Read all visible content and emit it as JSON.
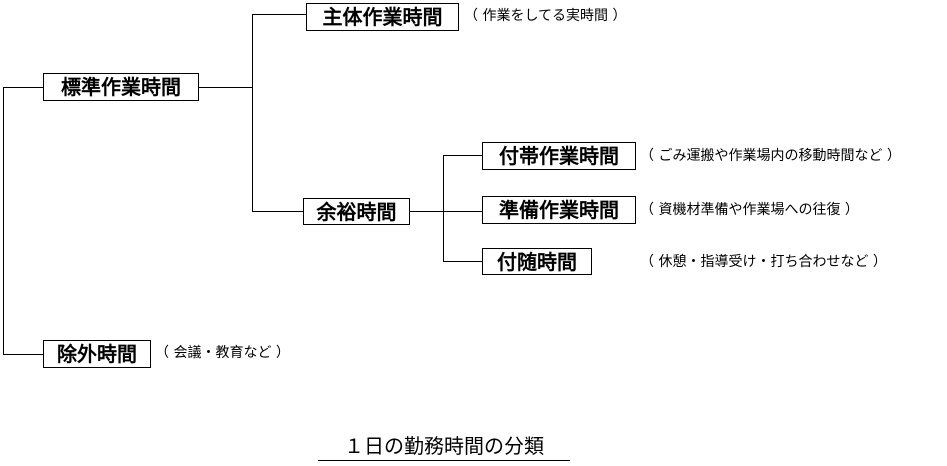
{
  "nodes": {
    "standard": {
      "label": "標準作業時間"
    },
    "main": {
      "label": "主体作業時間",
      "note": "（ 作業をしてる実時間 ）"
    },
    "allowance": {
      "label": "余裕時間"
    },
    "incidental": {
      "label": "付帯作業時間",
      "note": "（ ごみ運搬や作業場内の移動時間など ）"
    },
    "preparation": {
      "label": "準備作業時間",
      "note": "（ 資機材準備や作業場への往復 ）"
    },
    "attendant": {
      "label": "付随時間",
      "note": "（ 休憩・指導受け・打ち合わせなど ）"
    },
    "excluded": {
      "label": "除外時間",
      "note": "（ 会議・教育など ）"
    }
  },
  "caption": "１日の勤務時間の分類"
}
